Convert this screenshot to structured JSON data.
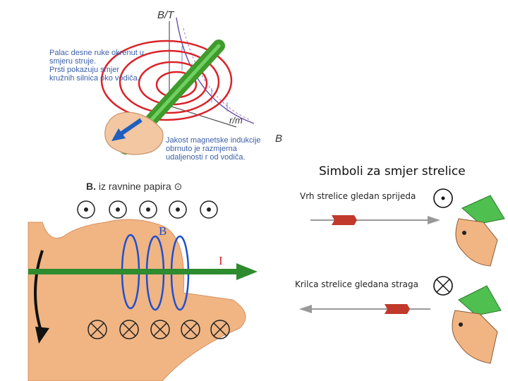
{
  "top_figure": {
    "axis_b_label": "B/T",
    "axis_r_label": "r/m",
    "text_b_label": "B",
    "caption_thumb": [
      "Palac desne ruke okrenut u",
      "smjeru struje.",
      "Prsti pokazuju smjer",
      "kružnih silnica oko vodiča."
    ],
    "caption_field": [
      "Jakost magnetske indukcije",
      "obrnuto je razmjerna",
      "udaljenosti r od vodiča."
    ]
  },
  "hand_figure": {
    "heading_letter": "B.",
    "heading_text": "iz ravnine papira",
    "b_label": "B",
    "i_label": "I"
  },
  "arrow_symbols": {
    "title": "Simboli za smjer strelice",
    "front_caption": "Vrh strelice gledan sprijeda",
    "back_caption": "Krilca strelice gledana straga"
  },
  "colors": {
    "wire": "#3e9b2c",
    "field_lines": "#d9232a",
    "arrow_blue": "#1f5fbf",
    "hat": "#4fbf4f"
  }
}
